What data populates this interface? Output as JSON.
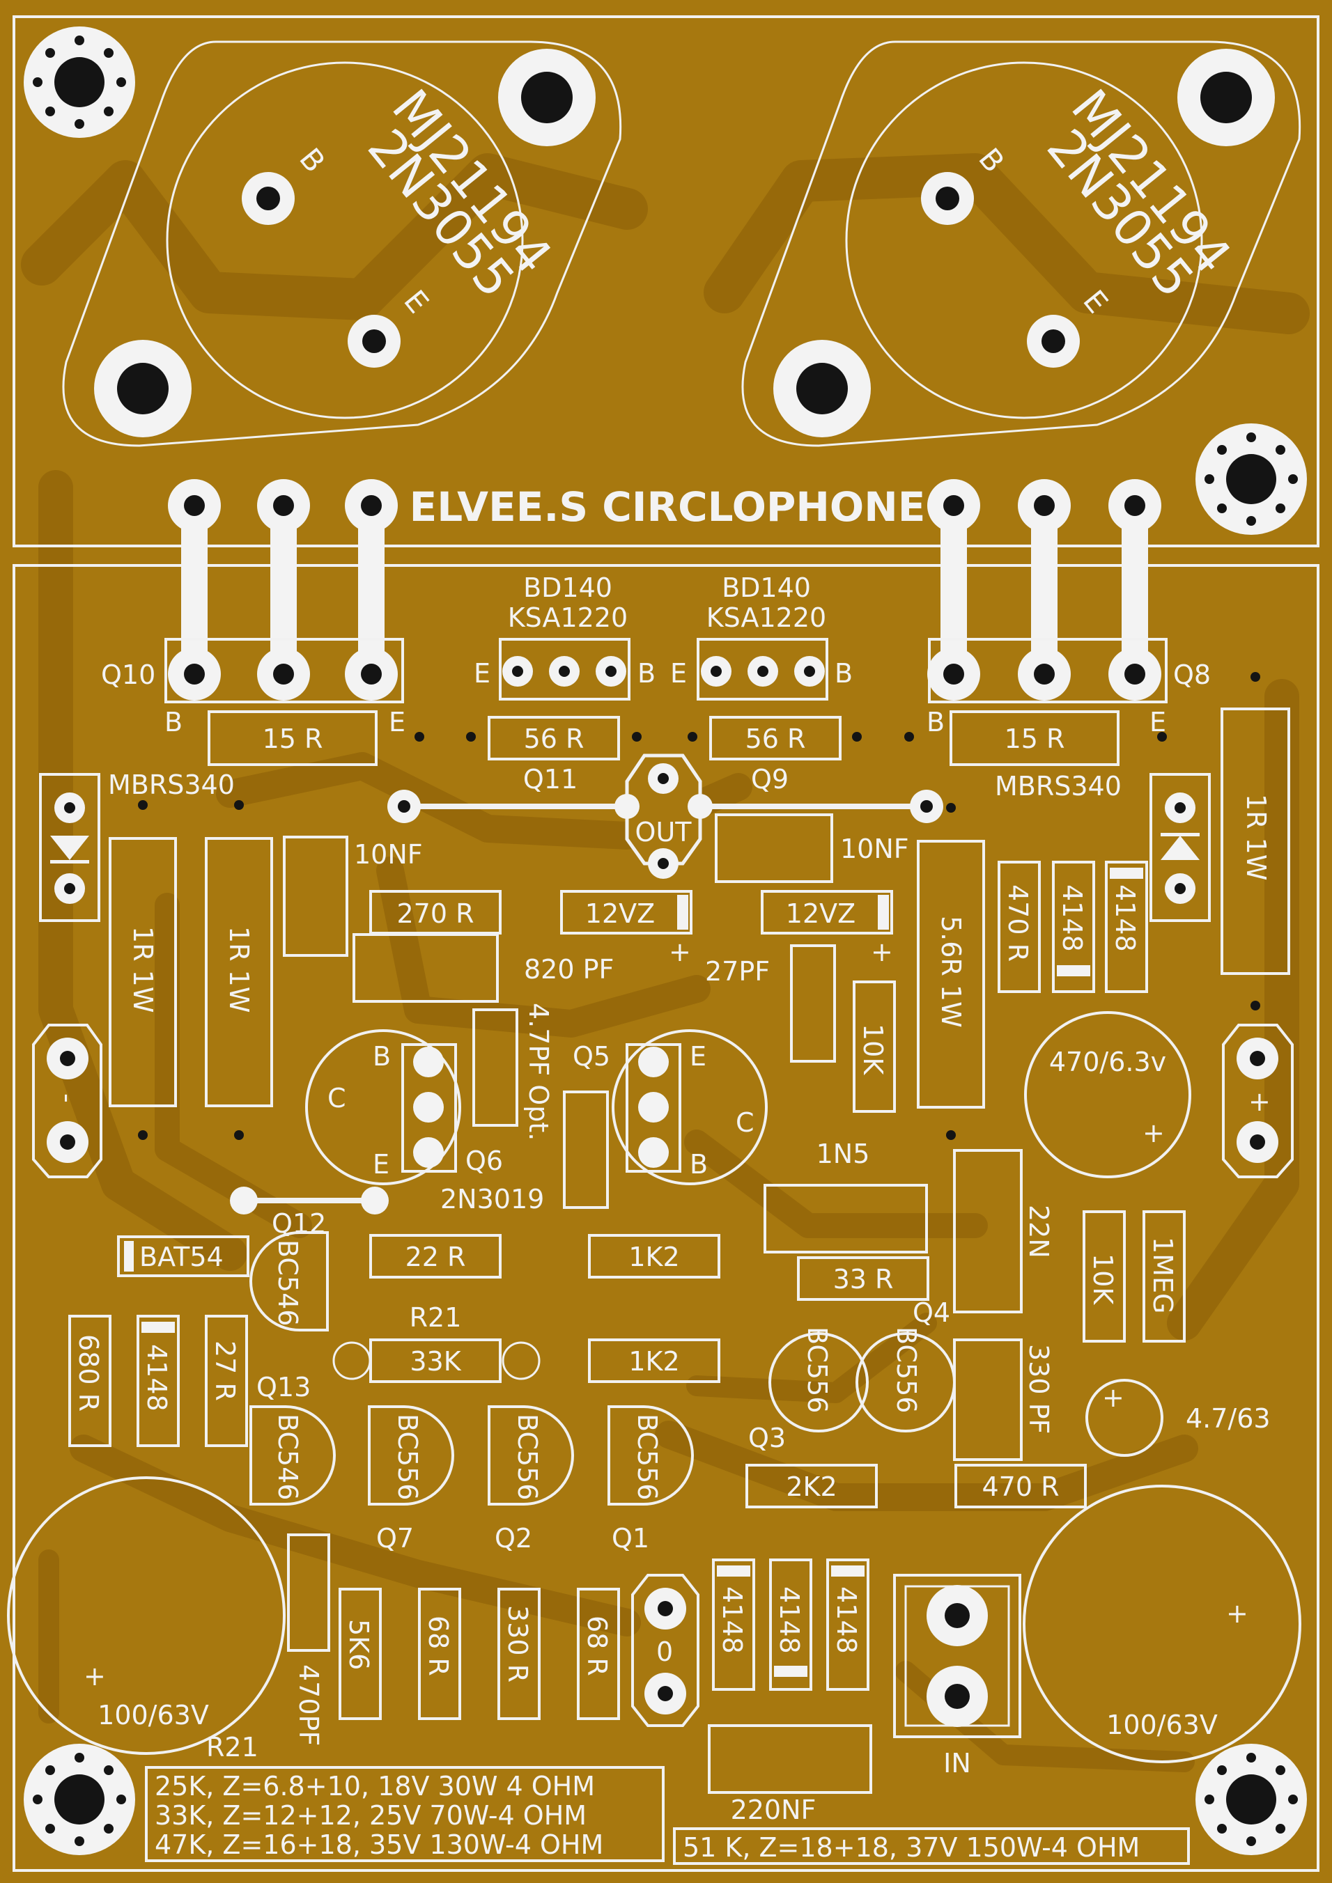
{
  "title": "ELVEE.S CIRCLOPHONE",
  "colors": {
    "board": "#a7780f",
    "trace": "#97690a",
    "silk": "#f1f1f1",
    "hole": "#141414"
  },
  "power_transistors": [
    {
      "line1": "MJ21194",
      "line2": "2N3055",
      "b": "B",
      "e": "E"
    },
    {
      "line1": "MJ21194",
      "line2": "2N3055",
      "b": "B",
      "e": "E"
    }
  ],
  "labels": {
    "q10": "Q10",
    "q8": "Q8",
    "q11": "Q11",
    "q9": "Q9",
    "bd140a": "BD140",
    "ksa1220a": "KSA1220",
    "bd140b": "BD140",
    "ksa1220b": "KSA1220",
    "e1": "E",
    "b1": "B",
    "e2": "E",
    "b2": "B",
    "q10b": "B",
    "q10e": "E",
    "q8b": "B",
    "q8e": "E",
    "r15a": "15 R",
    "r56a": "56 R",
    "r56b": "56 R",
    "r15b": "15 R",
    "mbrs_l": "MBRS340",
    "mbrs_r": "MBRS340",
    "out": "OUT",
    "c10nf_l": "10NF",
    "c10nf_r": "10NF",
    "r1r_a": "1R 1W",
    "r1r_b": "1R 1W",
    "r1r_c": "1R 1W",
    "r270": "270 R",
    "z12a": "12VZ",
    "z12b": "12VZ",
    "r56r1w": "5.6R 1W",
    "r470a": "470 R",
    "d4148a": "4148",
    "d4148b": "4148",
    "c820": "820 PF",
    "c27": "27PF",
    "c47": "4.7PF Opt.",
    "r10ka": "10K",
    "cap470": "470/6.3v",
    "q5": "Q5",
    "q6": "Q6",
    "q6part": "2N3019",
    "q5e": "E",
    "q5c": "C",
    "q5b": "B",
    "q6b": "B",
    "q6c": "C",
    "q6e": "E",
    "c1n5": "1N5",
    "r33": "33 R",
    "c22n": "22N",
    "r10kb": "10K",
    "r1meg": "1MEG",
    "q12": "Q12",
    "bat54": "BAT54",
    "bc546a": "BC546",
    "r22": "22 R",
    "r1k2a": "1K2",
    "r21top": "R21",
    "r33k": "33K",
    "r1k2b": "1K2",
    "q4": "Q4",
    "bc556a": "BC556",
    "bc556b": "BC556",
    "c330": "330 PF",
    "cap47": "4.7/63",
    "r680": "680 R",
    "d4148c": "4148",
    "r27": "27 R",
    "q13": "Q13",
    "bc546b": "BC546",
    "bc556c": "BC556",
    "bc556d": "BC556",
    "bc556e": "BC556",
    "q3": "Q3",
    "r2k2": "2K2",
    "r470b": "470 R",
    "q7": "Q7",
    "q2": "Q2",
    "q1": "Q1",
    "r5k6": "5K6",
    "r68a": "68 R",
    "r330": "330 R",
    "r68b": "68 R",
    "d4148d": "4148",
    "d4148e": "4148",
    "d4148f": "4148",
    "in": "IN",
    "c470pf": "470PF",
    "r21bot": "R21",
    "cap100a": "100/63V",
    "cap100b": "100/63V",
    "c220nf": "220NF",
    "plus": "+",
    "minus": "-",
    "zero": "0"
  },
  "notes": [
    "25K, Z=6.8+10, 18V 30W 4 OHM",
    "33K, Z=12+12, 25V 70W-4 OHM",
    "47K, Z=16+18, 35V 130W-4 OHM",
    "51 K, Z=18+18, 37V 150W-4 OHM"
  ]
}
